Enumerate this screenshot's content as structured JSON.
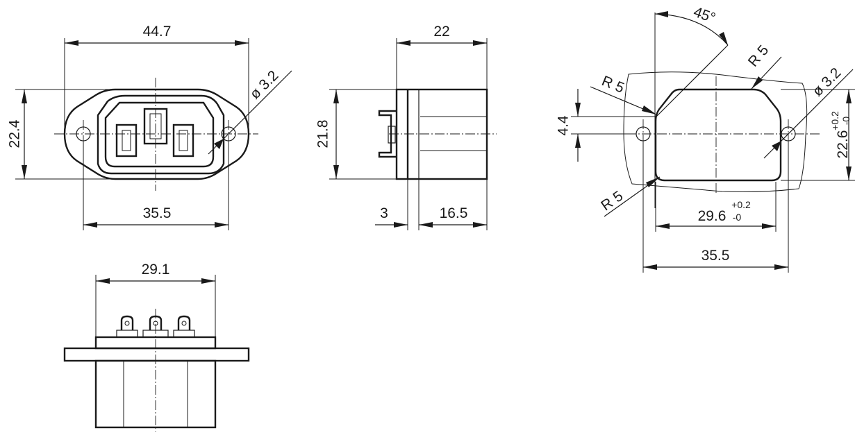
{
  "views": {
    "front": {
      "overall_width": "44.7",
      "height": "22.4",
      "hole_spacing": "35.5",
      "hole_diameter_label": "ø 3.2"
    },
    "side": {
      "depth": "22",
      "height": "21.8",
      "flange_thickness": "3",
      "body_depth": "16.5"
    },
    "bottom": {
      "body_width": "29.1"
    },
    "panel_cutout": {
      "angle": "45°",
      "radius_top_left": "R 5",
      "radius_top_right": "R 5",
      "radius_bottom_left": "R 5",
      "hole_diameter_label": "ø 3.2",
      "hole_offset": "4.4",
      "cutout_height": "22.6",
      "cutout_height_tol_plus": "+0.2",
      "cutout_height_tol_minus": "-0",
      "cutout_width": "29.6",
      "cutout_width_tol_plus": "+0.2",
      "cutout_width_tol_minus": "-0",
      "hole_spacing": "35.5"
    }
  }
}
